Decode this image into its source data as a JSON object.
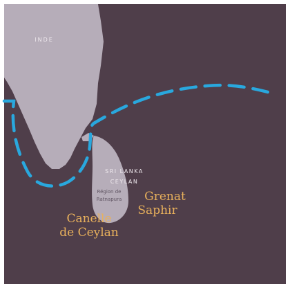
{
  "map": {
    "colors": {
      "sea": "#4f3e4a",
      "land": "#b6adb9",
      "route": "#29a8de",
      "region_label": "#efe9ee",
      "product_label": "#e9b15c",
      "small_label": "#5f5462"
    },
    "labels": {
      "india": "INDE",
      "sri_lanka": "SRI LANKA",
      "ceylan": "CEYLAN",
      "gem_region_line1": "Région de",
      "gem_region_line2": "Ratnapura",
      "grenat": "Grenat",
      "saphir": "Saphir",
      "canelle": "Canelle",
      "de_ceylan": "de Ceylan"
    }
  }
}
